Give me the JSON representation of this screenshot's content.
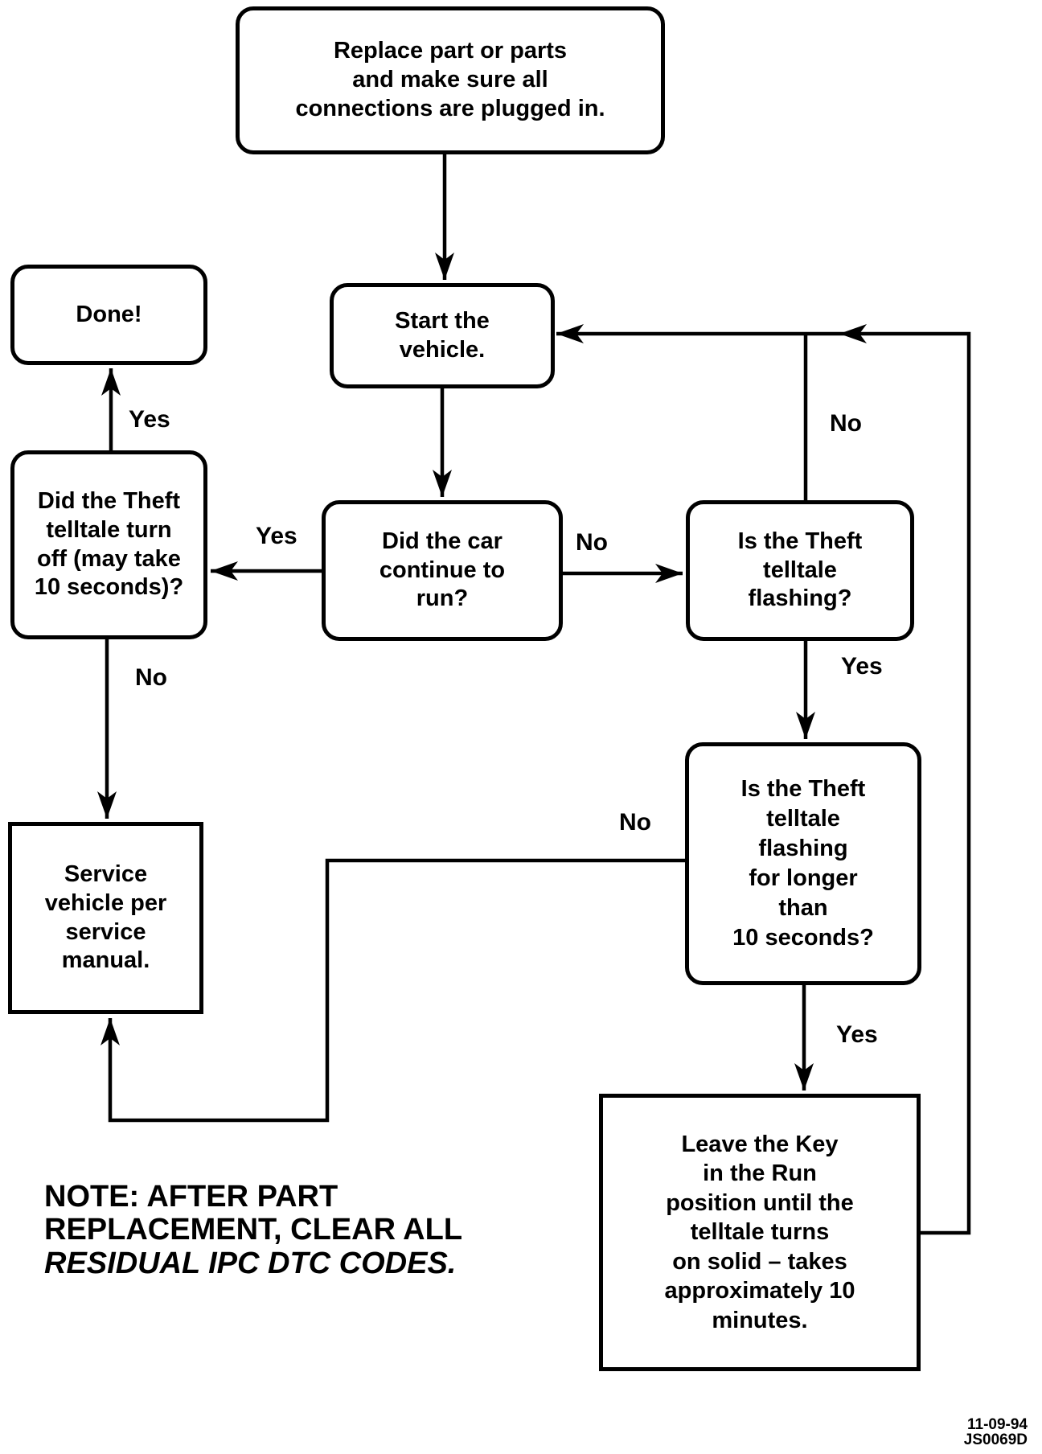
{
  "diagram": {
    "nodes": {
      "replace": "Replace part or parts\nand make sure all\nconnections are plugged in.",
      "start": "Start the\nvehicle.",
      "done": "Done!",
      "telltale_off": "Did the Theft\ntelltale turn\noff (may take\n10 seconds)?",
      "run": "Did the car\ncontinue to\nrun?",
      "flashing": "Is the Theft\ntelltale\nflashing?",
      "flashing_longer": "Is the Theft\ntelltale\nflashing\nfor longer\nthan\n10 seconds?",
      "service": "Service\nvehicle per\nservice\nmanual.",
      "leave_key": "Leave the Key\nin the Run\nposition until the\ntelltale turns\non solid – takes\napproximately 10\nminutes."
    },
    "labels": {
      "yes_to_done": "Yes",
      "no_to_service": "No",
      "yes_run": "Yes",
      "no_run": "No",
      "no_flashing": "No",
      "yes_flashing": "Yes",
      "no_longer": "No",
      "yes_longer": "Yes"
    },
    "note": {
      "line1": "NOTE: AFTER PART",
      "line2": "REPLACEMENT, CLEAR ALL",
      "line3": "RESIDUAL IPC DTC CODES."
    },
    "footer": {
      "date": "11-09-94",
      "code": "JS0069D"
    },
    "colors": {
      "ink": "#000000",
      "paper": "#ffffff"
    }
  }
}
